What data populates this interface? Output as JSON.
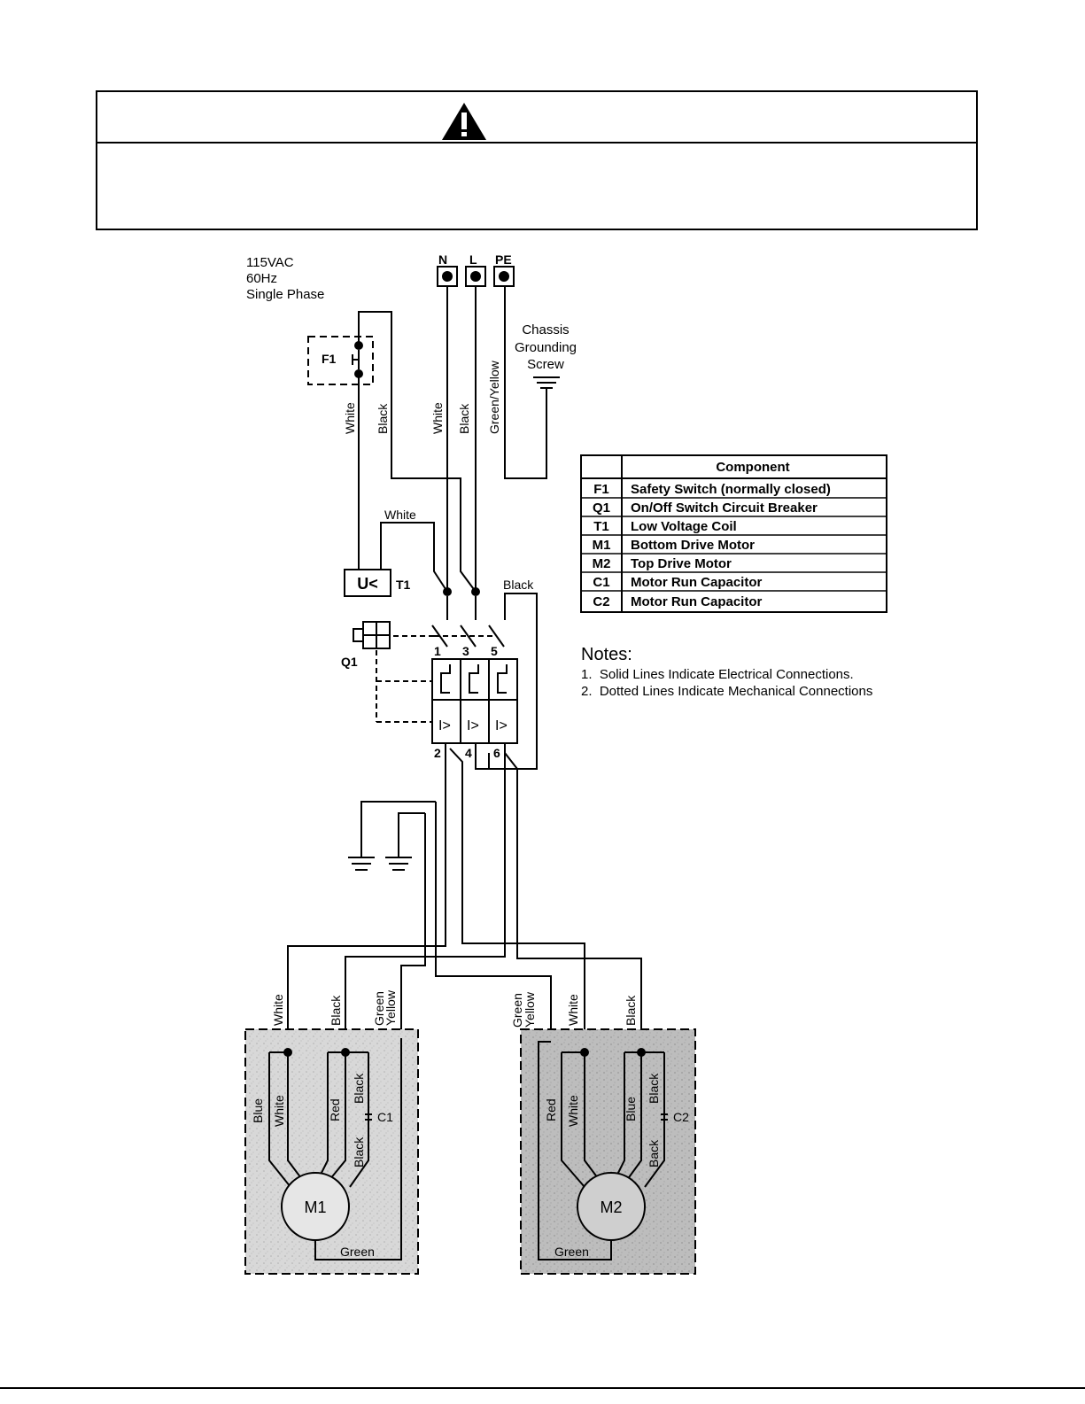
{
  "warning": {
    "icon": "warning-triangle-icon"
  },
  "supply": {
    "voltage": "115VAC",
    "frequency": "60Hz",
    "phase": "Single Phase"
  },
  "terminals": [
    "N",
    "L",
    "PE"
  ],
  "ground": {
    "label": [
      "Chassis",
      "Grounding",
      "Screw"
    ]
  },
  "wires": {
    "white": "White",
    "black": "Black",
    "green_yellow": "Green/Yellow",
    "green": "Green",
    "yellow": "Yellow",
    "blue": "Blue",
    "red": "Red",
    "back": "Back"
  },
  "devices": {
    "f1": "F1",
    "t1": "T1",
    "t1_symbol": "U<",
    "q1": "Q1",
    "c1": "C1",
    "c2": "C2",
    "m1": "M1",
    "m2": "M2",
    "breaker_symbol": "I>",
    "poles_top": [
      "1",
      "3",
      "5"
    ],
    "poles_bottom": [
      "2",
      "4",
      "6"
    ]
  },
  "components": {
    "header": "Component",
    "rows": [
      {
        "id": "F1",
        "name": "Safety Switch (normally closed)"
      },
      {
        "id": "Q1",
        "name": "On/Off Switch Circuit Breaker"
      },
      {
        "id": "T1",
        "name": "Low Voltage Coil"
      },
      {
        "id": "M1",
        "name": "Bottom Drive Motor"
      },
      {
        "id": "M2",
        "name": "Top Drive Motor"
      },
      {
        "id": "C1",
        "name": "Motor Run Capacitor"
      },
      {
        "id": "C2",
        "name": "Motor Run Capacitor"
      }
    ]
  },
  "notes": {
    "title": "Notes:",
    "items": [
      "1.  Solid Lines Indicate Electrical Connections.",
      "2.  Dotted Lines Indicate Mechanical Connections"
    ]
  }
}
